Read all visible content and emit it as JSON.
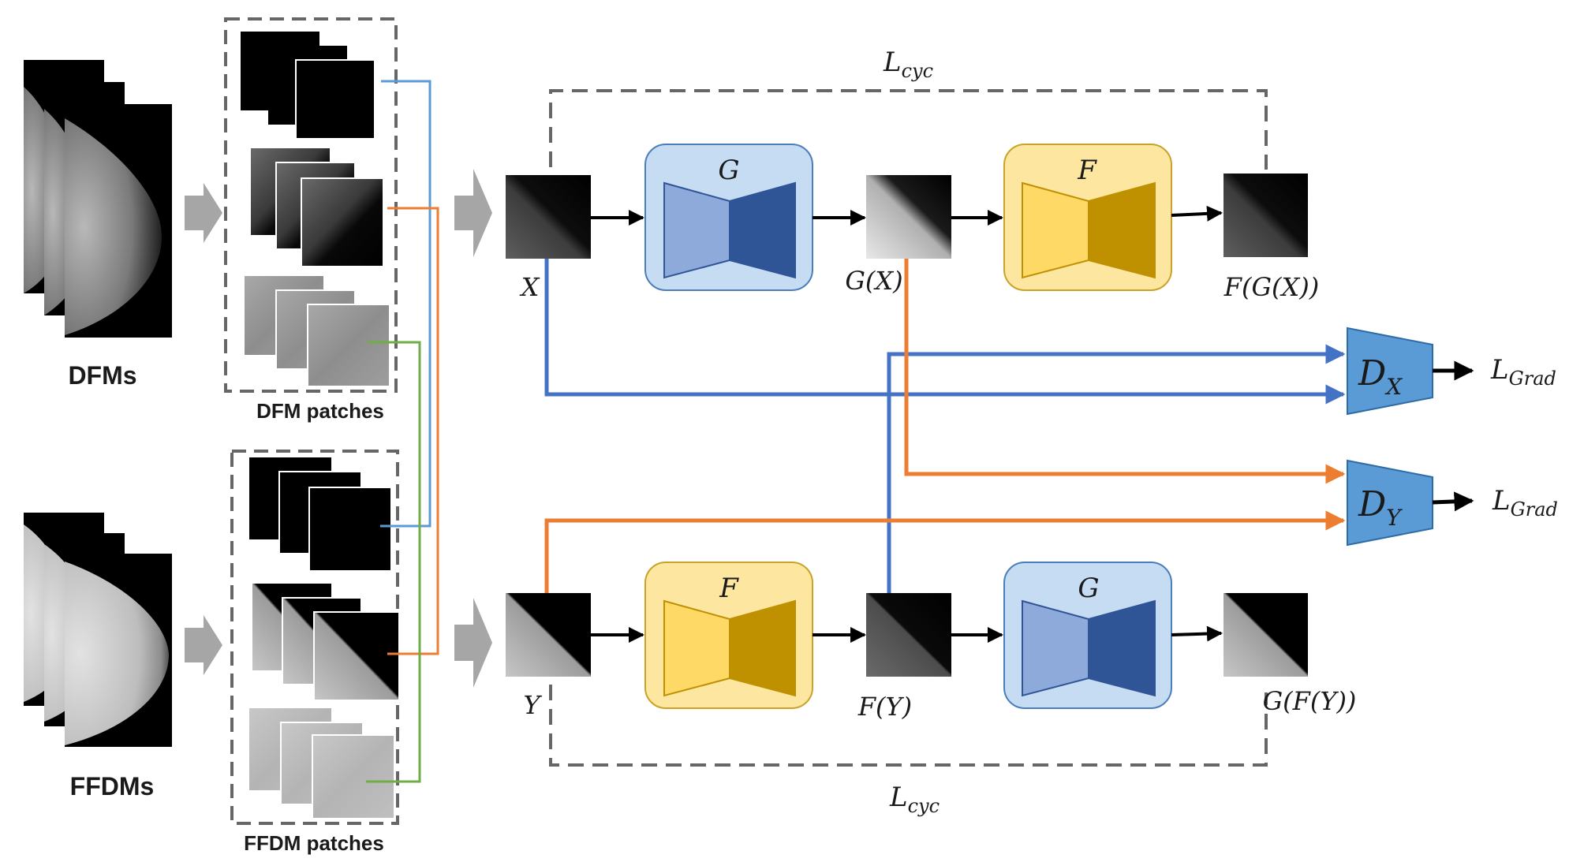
{
  "left_labels": {
    "dfms": "DFMs",
    "ffdms": "FFDMs",
    "dfm_patches": "DFM patches",
    "ffdm_patches": "FFDM patches"
  },
  "loss_labels": {
    "cycle_loss_base": "L",
    "cycle_loss_sub": "cyc",
    "grad_loss_base": "L",
    "grad_loss_sub": "Grad"
  },
  "generators": {
    "g_label": "G",
    "f_label": "F"
  },
  "discriminators": {
    "dx_base": "D",
    "dx_sub": "X",
    "dy_base": "D",
    "dy_sub": "Y"
  },
  "image_labels": {
    "x": "X",
    "y": "Y",
    "g_of_x": "G(X)",
    "f_of_g_of_x": "F(G(X))",
    "f_of_y": "F(Y)",
    "g_of_f_of_y": "G(F(Y))"
  },
  "colors": {
    "generator_g_fill": "#c5dcf2",
    "generator_g_light": "#8eaadb",
    "generator_g_dark": "#2f5597",
    "generator_f_fill": "#fde6a0",
    "generator_f_light": "#ffd966",
    "generator_f_dark": "#bf9000",
    "discriminator": "#5b9bd5",
    "blue_line": "#4472c4",
    "orange_line": "#ed7d31",
    "green_line": "#70ad47",
    "dash_gray": "#666666",
    "input_arrow": "#a6a6a6"
  }
}
